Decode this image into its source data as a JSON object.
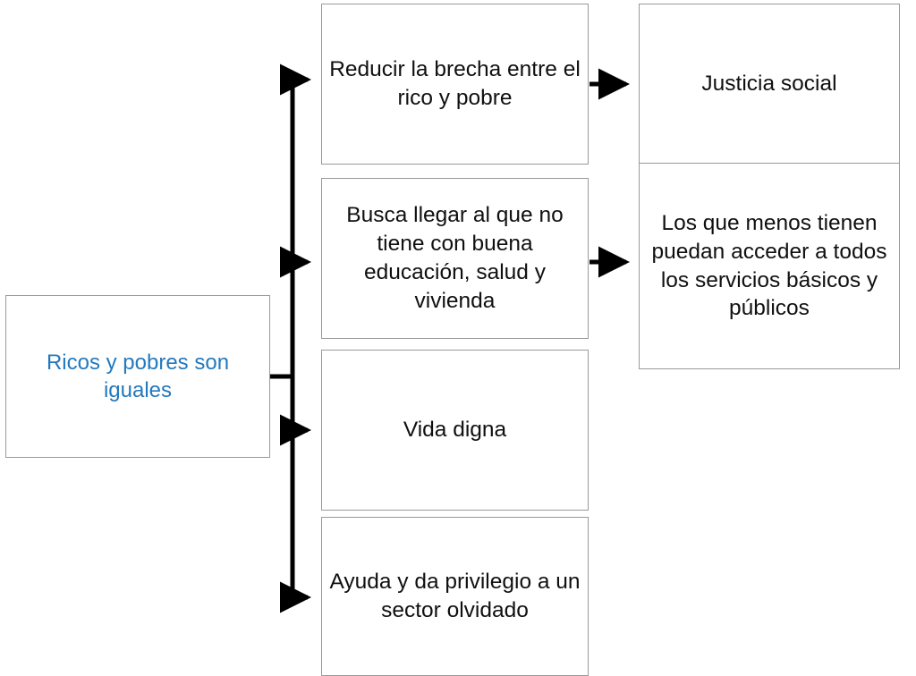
{
  "diagram": {
    "title": "Ricos y pobres son iguales",
    "background_color": "#ffffff",
    "box_border_color": "#9a9a9a",
    "connector_color": "#000000",
    "root": {
      "id": "root",
      "label": "Ricos y pobres son iguales",
      "text_color": "#2379BE"
    },
    "middle_column": [
      {
        "id": "mid-1",
        "label": "Reducir la brecha entre el rico y pobre",
        "text_color": "#101010"
      },
      {
        "id": "mid-2",
        "label": "Busca llegar al que no tiene con buena educación, salud y vivienda",
        "text_color": "#101010"
      },
      {
        "id": "mid-3",
        "label": "Vida digna",
        "text_color": "#101010"
      },
      {
        "id": "mid-4",
        "label": "Ayuda y da privilegio a un sector olvidado",
        "text_color": "#101010"
      }
    ],
    "right_column": [
      {
        "id": "right-1",
        "label": "Justicia social",
        "text_color": "#101010"
      },
      {
        "id": "right-2",
        "label": "Los que menos tienen puedan acceder a todos los servicios básicos y públicos",
        "text_color": "#101010"
      }
    ],
    "connectors": [
      {
        "id": "root-to-branch-1",
        "from": "root",
        "to": "mid-1",
        "arrow": true
      },
      {
        "id": "root-to-branch-2",
        "from": "root",
        "to": "mid-2",
        "arrow": true
      },
      {
        "id": "root-to-branch-3",
        "from": "root",
        "to": "mid-3",
        "arrow": true
      },
      {
        "id": "root-to-branch-4",
        "from": "root",
        "to": "mid-4",
        "arrow": true
      },
      {
        "id": "mid-1-to-right-1",
        "from": "mid-1",
        "to": "right-1",
        "arrow": true
      },
      {
        "id": "mid-2-to-right-2",
        "from": "mid-2",
        "to": "right-2",
        "arrow": true
      }
    ]
  }
}
